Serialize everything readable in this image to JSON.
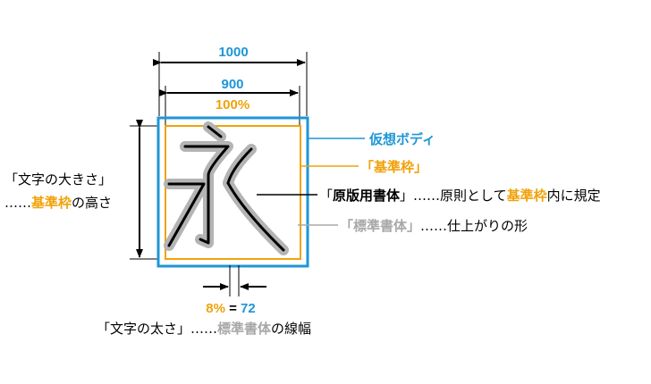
{
  "colors": {
    "blue": "#1e96d7",
    "orange": "#f0a20a",
    "gray": "#a8a8a8",
    "black": "#000000"
  },
  "dims": {
    "outer": "1000",
    "inner": "900",
    "percent": "100%"
  },
  "labels": {
    "virtual_body": "仮想ボディ",
    "kijunwaku": "「基準枠」",
    "genpan": {
      "bracket_open": "「",
      "name": "原版用書体",
      "bracket_close": "」",
      "dots": "……原則として",
      "key": "基準枠",
      "rest": "内に規定"
    },
    "hyojun": {
      "name": "「標準書体」",
      "rest": "……仕上がりの形"
    },
    "size": {
      "line1": "「文字の大きさ」",
      "dots": "……",
      "key": "基準枠",
      "rest": "の高さ"
    },
    "weight": {
      "pct": "8%",
      "eq": " = ",
      "val": "72",
      "line_a": "「文字の太さ」……",
      "key": "標準書体",
      "rest": "の線幅"
    }
  }
}
